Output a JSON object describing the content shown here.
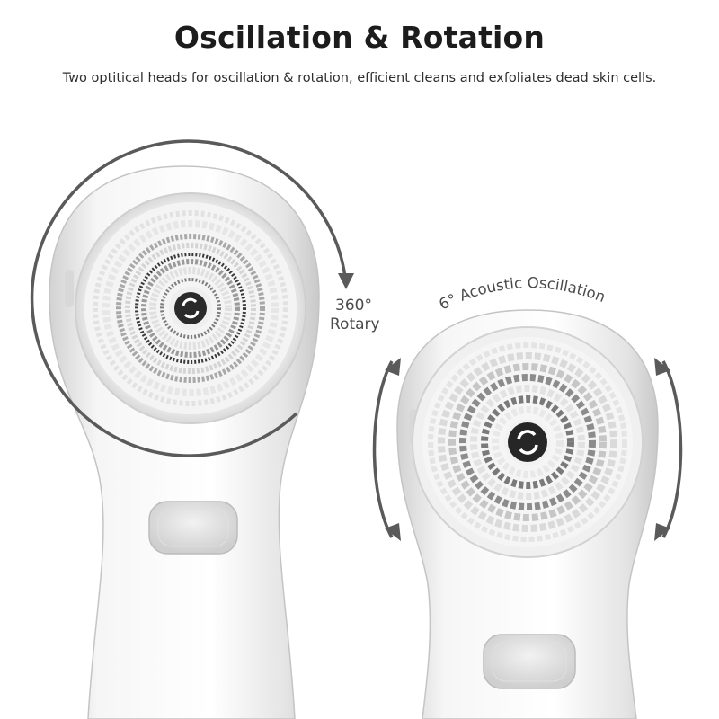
{
  "header": {
    "title": "Oscillation & Rotation",
    "subtitle": "Two optitical heads for oscillation & rotation, efficient cleans and exfoliates dead skin cells."
  },
  "labels": {
    "rotary_line1": "360°",
    "rotary_line2": "Rotary",
    "oscillation": "6° Acoustic Oscillation"
  },
  "colors": {
    "text": "#1c1c1c",
    "arrow": "#5a5a5a",
    "body": "#ededed",
    "bristle": "#f4f4f4"
  }
}
